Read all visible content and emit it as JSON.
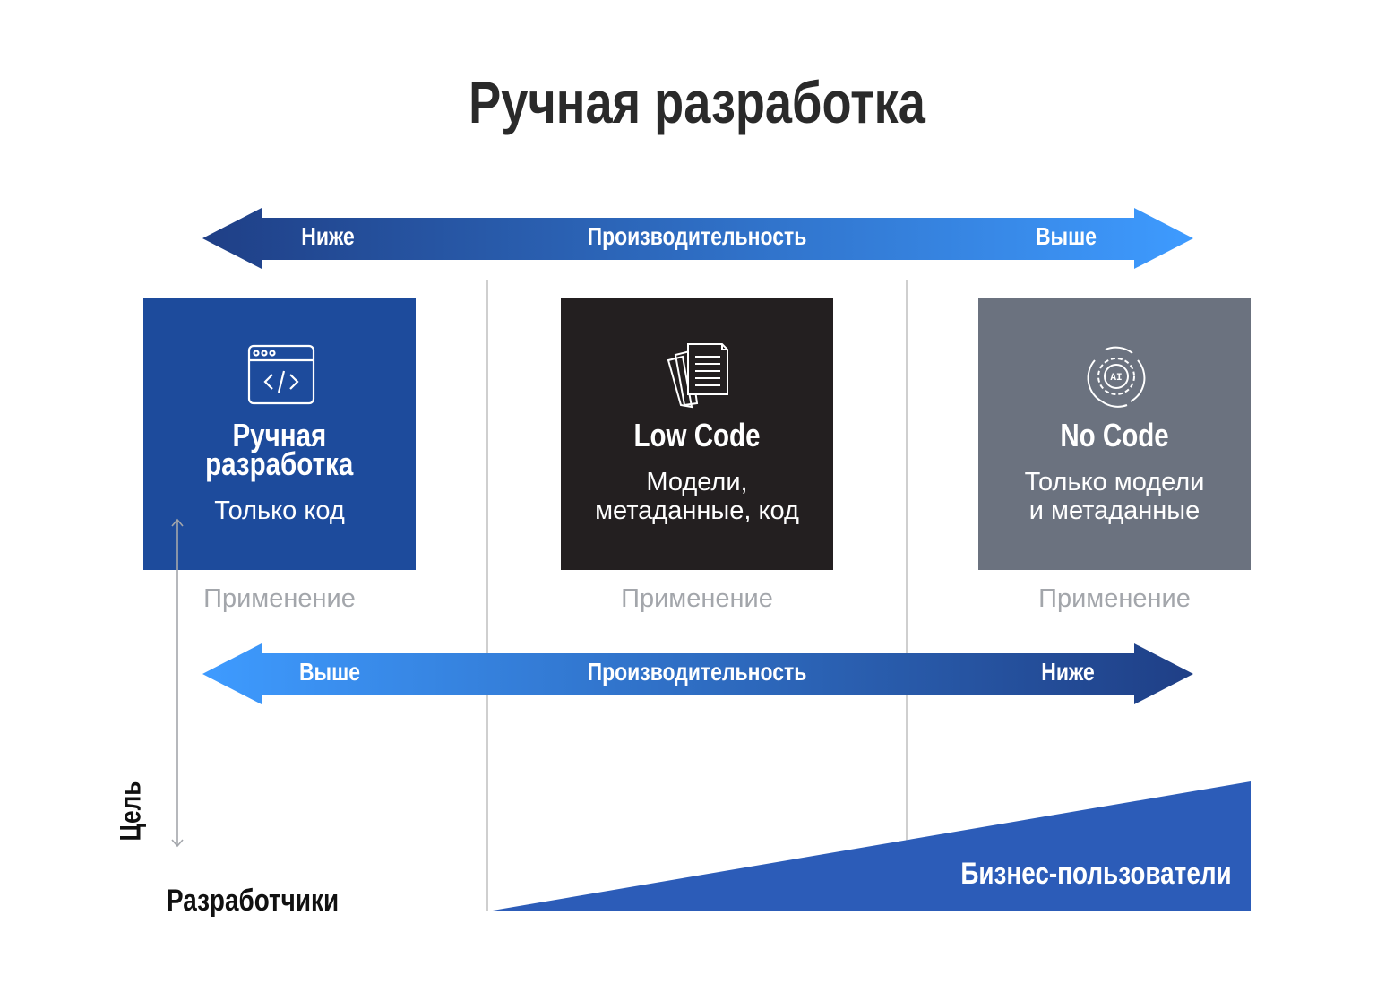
{
  "title": "Ручная разработка",
  "top_arrow": {
    "left": "Ниже",
    "center": "Производительность",
    "right": "Выше"
  },
  "bottom_arrow": {
    "left": "Выше",
    "center": "Производительность",
    "right": "Ниже"
  },
  "boxes": [
    {
      "title_lines": [
        "Ручная",
        "разработка"
      ],
      "subtitle_lines": [
        "Только код"
      ],
      "icon": "code-window-icon",
      "color": "#1d4b9c"
    },
    {
      "title_lines": [
        "Low Code"
      ],
      "subtitle_lines": [
        "Модели,",
        "метаданные, код"
      ],
      "icon": "documents-icon",
      "color": "#231f20"
    },
    {
      "title_lines": [
        "No Code"
      ],
      "subtitle_lines": [
        "Только модели",
        "и метаданные"
      ],
      "icon": "ai-gear-icon",
      "color": "#6b727f"
    }
  ],
  "apply_label": "Применение",
  "axis_label": "Цель",
  "developers_label": "Разработчики",
  "business_label": "Бизнес-пользователи",
  "colors": {
    "dark_blue": "#1f3f86",
    "light_blue": "#3e9bff",
    "triangle": "#2c5cb8"
  }
}
